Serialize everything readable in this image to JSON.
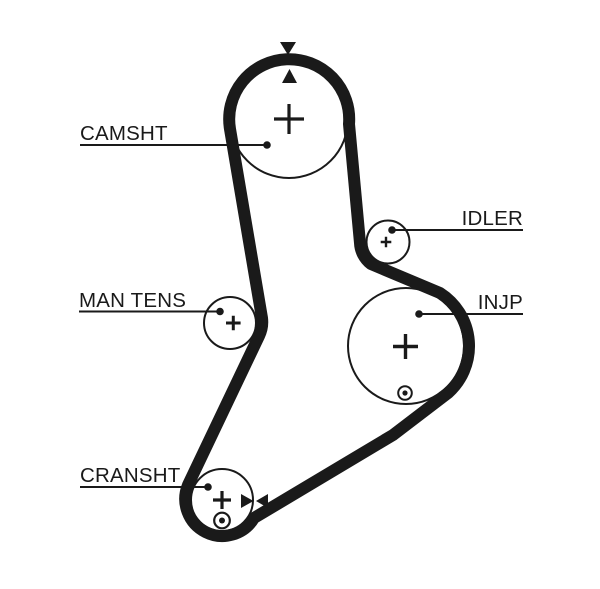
{
  "diagram": {
    "kind": "timing-belt-routing-diagram",
    "colors": {
      "background": "#ffffff",
      "ink": "#1a1a1a"
    },
    "labels": {
      "camshaft": "CAMSHT",
      "idler": "IDLER",
      "manual_tensioner": "MAN TENS",
      "injection_pump": "INJP",
      "crankshaft": "CRANSHT"
    },
    "pulleys": [
      {
        "id": "camshaft",
        "label": "CAMSHT",
        "marks": [
          "center-cross",
          "belt-alignment-arrows"
        ]
      },
      {
        "id": "idler",
        "label": "IDLER",
        "marks": [
          "center-cross"
        ]
      },
      {
        "id": "manual-tensioner",
        "label": "MAN TENS",
        "marks": [
          "center-cross"
        ]
      },
      {
        "id": "injection-pump",
        "label": "INJP",
        "marks": [
          "center-cross",
          "rotation-direction-dot"
        ]
      },
      {
        "id": "crankshaft",
        "label": "CRANSHT",
        "marks": [
          "center-cross",
          "rotation-direction-dot",
          "belt-alignment-arrows"
        ]
      }
    ]
  }
}
